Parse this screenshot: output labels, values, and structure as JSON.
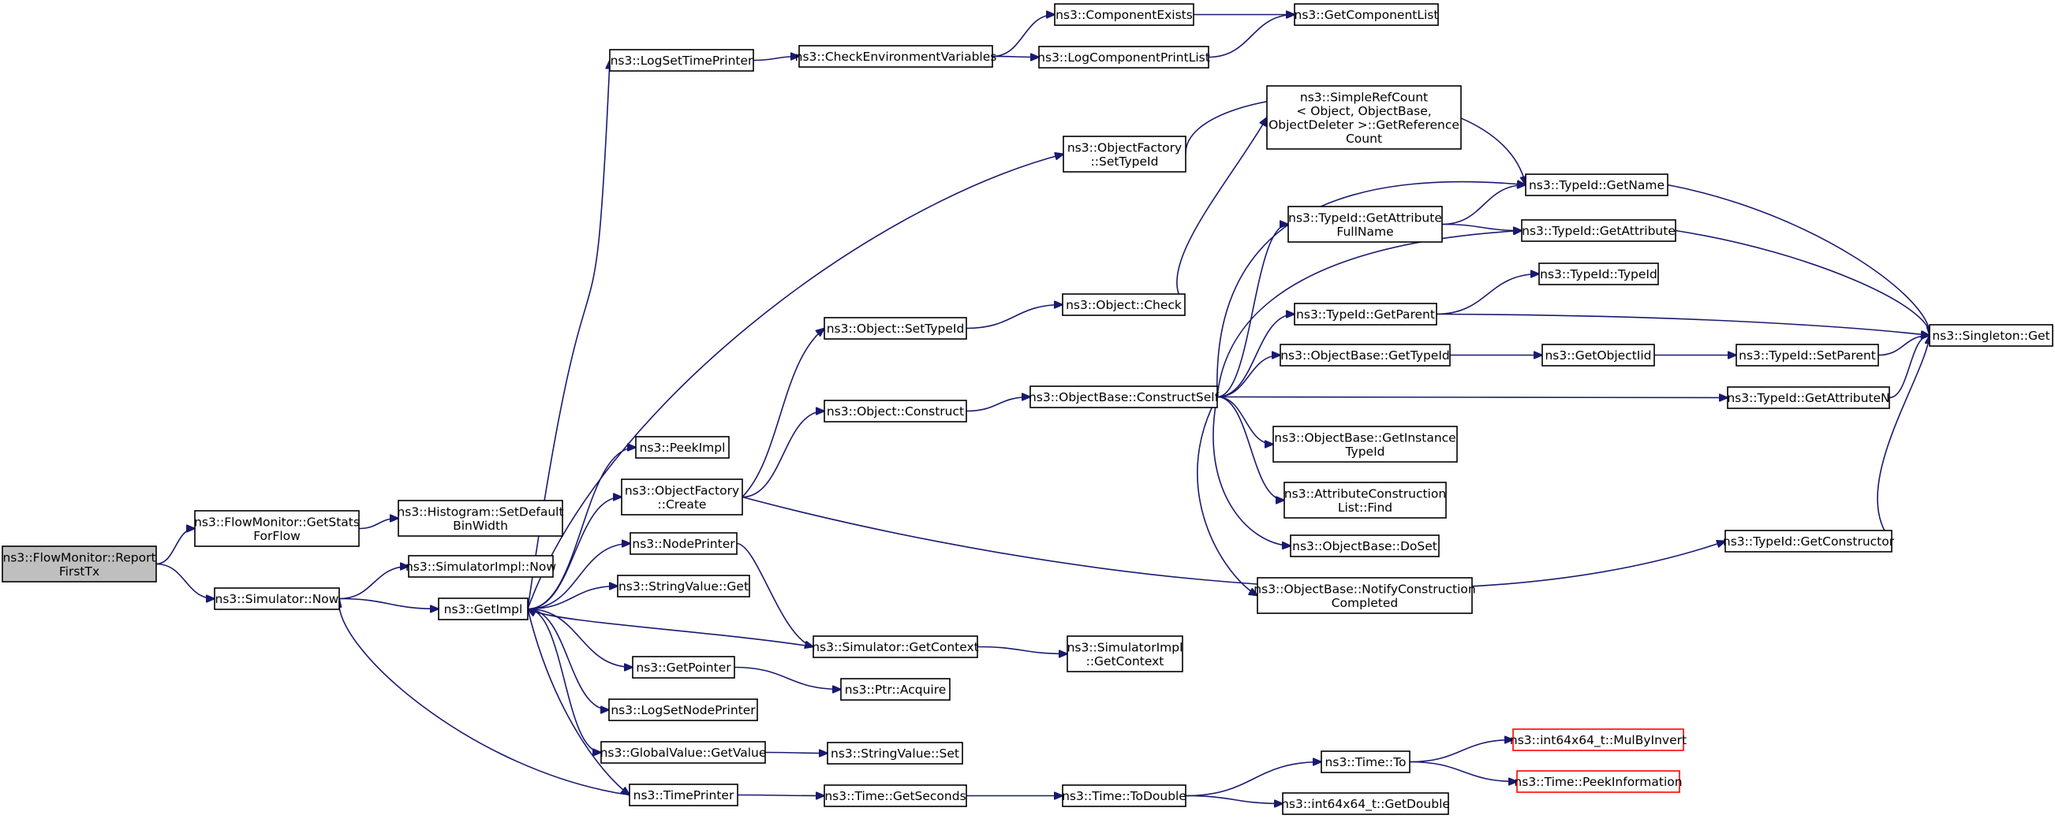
{
  "diagram": {
    "colors": {
      "edge": "#191970",
      "root_fill": "#bfbfbf",
      "node_border": "#000000",
      "truncated_border": "#ff0000",
      "background": "#ffffff"
    },
    "nodes": [
      {
        "id": "root",
        "lines": [
          "ns3::FlowMonitor::Report",
          "FirstTx"
        ]
      },
      {
        "id": "getstats",
        "lines": [
          "ns3::FlowMonitor::GetStats",
          "ForFlow"
        ]
      },
      {
        "id": "histo",
        "lines": [
          "ns3::Histogram::SetDefault",
          "BinWidth"
        ]
      },
      {
        "id": "simnow",
        "lines": [
          "ns3::Simulator::Now"
        ]
      },
      {
        "id": "simimplnow",
        "lines": [
          "ns3::SimulatorImpl::Now"
        ]
      },
      {
        "id": "getimpl",
        "lines": [
          "ns3::GetImpl"
        ]
      },
      {
        "id": "logsettime",
        "lines": [
          "ns3::LogSetTimePrinter"
        ]
      },
      {
        "id": "checkenv",
        "lines": [
          "ns3::CheckEnvironmentVariables"
        ]
      },
      {
        "id": "compexists",
        "lines": [
          "ns3::ComponentExists"
        ]
      },
      {
        "id": "getcomplist",
        "lines": [
          "ns3::GetComponentList"
        ]
      },
      {
        "id": "logcompprint",
        "lines": [
          "ns3::LogComponentPrintList"
        ]
      },
      {
        "id": "peekimpl",
        "lines": [
          "ns3::PeekImpl"
        ]
      },
      {
        "id": "objfactcreate",
        "lines": [
          "ns3::ObjectFactory",
          "::Create"
        ]
      },
      {
        "id": "nodeprinter",
        "lines": [
          "ns3::NodePrinter"
        ]
      },
      {
        "id": "strvalget",
        "lines": [
          "ns3::StringValue::Get"
        ]
      },
      {
        "id": "getpointer",
        "lines": [
          "ns3::GetPointer"
        ]
      },
      {
        "id": "logsetnode",
        "lines": [
          "ns3::LogSetNodePrinter"
        ]
      },
      {
        "id": "globalval",
        "lines": [
          "ns3::GlobalValue::GetValue"
        ]
      },
      {
        "id": "timeprinter",
        "lines": [
          "ns3::TimePrinter"
        ]
      },
      {
        "id": "objsettypeid",
        "lines": [
          "ns3::Object::SetTypeId"
        ]
      },
      {
        "id": "objconstruct",
        "lines": [
          "ns3::Object::Construct"
        ]
      },
      {
        "id": "simgetctx",
        "lines": [
          "ns3::Simulator::GetContext"
        ]
      },
      {
        "id": "ptracquire",
        "lines": [
          "ns3::Ptr::Acquire"
        ]
      },
      {
        "id": "strvalset",
        "lines": [
          "ns3::StringValue::Set"
        ]
      },
      {
        "id": "timegetsec",
        "lines": [
          "ns3::Time::GetSeconds"
        ]
      },
      {
        "id": "objfactsettypeid",
        "lines": [
          "ns3::ObjectFactory",
          "::SetTypeId"
        ]
      },
      {
        "id": "objcheck",
        "lines": [
          "ns3::Object::Check"
        ]
      },
      {
        "id": "objbaseconstruct",
        "lines": [
          "ns3::ObjectBase::ConstructSelf"
        ]
      },
      {
        "id": "simimplgetctx",
        "lines": [
          "ns3::SimulatorImpl",
          "::GetContext"
        ]
      },
      {
        "id": "timetodouble",
        "lines": [
          "ns3::Time::ToDouble"
        ]
      },
      {
        "id": "simplerefcount",
        "lines": [
          "ns3::SimpleRefCount",
          "< Object, ObjectBase,",
          "ObjectDeleter >::GetReference",
          "Count"
        ]
      },
      {
        "id": "getattrfullname",
        "lines": [
          "ns3::TypeId::GetAttribute",
          "FullName"
        ]
      },
      {
        "id": "getparent",
        "lines": [
          "ns3::TypeId::GetParent"
        ]
      },
      {
        "id": "objbasegettypeid",
        "lines": [
          "ns3::ObjectBase::GetTypeId"
        ]
      },
      {
        "id": "getinstancetypeid",
        "lines": [
          "ns3::ObjectBase::GetInstance",
          "TypeId"
        ]
      },
      {
        "id": "attrconstrfind",
        "lines": [
          "ns3::AttributeConstruction",
          "List::Find"
        ]
      },
      {
        "id": "doset",
        "lines": [
          "ns3::ObjectBase::DoSet"
        ]
      },
      {
        "id": "notifyconstr",
        "lines": [
          "ns3::ObjectBase::NotifyConstruction",
          "Completed"
        ]
      },
      {
        "id": "timeto",
        "lines": [
          "ns3::Time::To"
        ]
      },
      {
        "id": "getdouble",
        "lines": [
          "ns3::int64x64_t::GetDouble"
        ]
      },
      {
        "id": "typeidgetname",
        "lines": [
          "ns3::TypeId::GetName"
        ]
      },
      {
        "id": "typeidgetattr",
        "lines": [
          "ns3::TypeId::GetAttribute"
        ]
      },
      {
        "id": "typeidtypeid",
        "lines": [
          "ns3::TypeId::TypeId"
        ]
      },
      {
        "id": "getobjectiid",
        "lines": [
          "ns3::GetObjectIid"
        ]
      },
      {
        "id": "typeidsetparent",
        "lines": [
          "ns3::TypeId::SetParent"
        ]
      },
      {
        "id": "getattrn",
        "lines": [
          "ns3::TypeId::GetAttributeN"
        ]
      },
      {
        "id": "getconstructor",
        "lines": [
          "ns3::TypeId::GetConstructor"
        ]
      },
      {
        "id": "mulbyinvert",
        "lines": [
          "ns3::int64x64_t::MulByInvert"
        ]
      },
      {
        "id": "peekinfo",
        "lines": [
          "ns3::Time::PeekInformation"
        ]
      },
      {
        "id": "singletonget",
        "lines": [
          "ns3::Singleton::Get"
        ]
      }
    ],
    "edges": [
      [
        "root",
        "getstats"
      ],
      [
        "root",
        "simnow"
      ],
      [
        "getstats",
        "histo"
      ],
      [
        "simnow",
        "simimplnow"
      ],
      [
        "simnow",
        "getimpl"
      ],
      [
        "getimpl",
        "logsettime"
      ],
      [
        "getimpl",
        "peekimpl"
      ],
      [
        "getimpl",
        "objfactcreate"
      ],
      [
        "getimpl",
        "nodeprinter"
      ],
      [
        "getimpl",
        "strvalget"
      ],
      [
        "getimpl",
        "getpointer"
      ],
      [
        "getimpl",
        "logsetnode"
      ],
      [
        "getimpl",
        "globalval"
      ],
      [
        "getimpl",
        "timeprinter"
      ],
      [
        "getimpl",
        "objfactsettypeid"
      ],
      [
        "logsettime",
        "checkenv"
      ],
      [
        "checkenv",
        "compexists"
      ],
      [
        "checkenv",
        "logcompprint"
      ],
      [
        "compexists",
        "getcomplist"
      ],
      [
        "logcompprint",
        "getcomplist"
      ],
      [
        "objfactcreate",
        "objsettypeid"
      ],
      [
        "objfactcreate",
        "objconstruct"
      ],
      [
        "objfactcreate",
        "getconstructor"
      ],
      [
        "nodeprinter",
        "simgetctx"
      ],
      [
        "simgetctx",
        "getimpl"
      ],
      [
        "simgetctx",
        "simimplgetctx"
      ],
      [
        "getpointer",
        "ptracquire"
      ],
      [
        "globalval",
        "strvalset"
      ],
      [
        "timeprinter",
        "simnow"
      ],
      [
        "timeprinter",
        "timegetsec"
      ],
      [
        "timegetsec",
        "timetodouble"
      ],
      [
        "objsettypeid",
        "objcheck"
      ],
      [
        "objcheck",
        "simplerefcount"
      ],
      [
        "objconstruct",
        "objbaseconstruct"
      ],
      [
        "objbaseconstruct",
        "typeidgetname"
      ],
      [
        "objbaseconstruct",
        "getattrfullname"
      ],
      [
        "objbaseconstruct",
        "typeidgetattr"
      ],
      [
        "objbaseconstruct",
        "getparent"
      ],
      [
        "objbaseconstruct",
        "objbasegettypeid"
      ],
      [
        "objbaseconstruct",
        "getattrn"
      ],
      [
        "objbaseconstruct",
        "getinstancetypeid"
      ],
      [
        "objbaseconstruct",
        "attrconstrfind"
      ],
      [
        "objbaseconstruct",
        "doset"
      ],
      [
        "objbaseconstruct",
        "notifyconstr"
      ],
      [
        "objfactsettypeid",
        "typeidgetname"
      ],
      [
        "getattrfullname",
        "typeidgetname"
      ],
      [
        "getattrfullname",
        "typeidgetattr"
      ],
      [
        "getparent",
        "typeidtypeid"
      ],
      [
        "getparent",
        "singletonget"
      ],
      [
        "objbasegettypeid",
        "getobjectiid"
      ],
      [
        "getobjectiid",
        "typeidsetparent"
      ],
      [
        "typeidsetparent",
        "singletonget"
      ],
      [
        "typeidgetname",
        "singletonget"
      ],
      [
        "typeidgetattr",
        "singletonget"
      ],
      [
        "getattrn",
        "singletonget"
      ],
      [
        "getconstructor",
        "singletonget"
      ],
      [
        "timetodouble",
        "timeto"
      ],
      [
        "timetodouble",
        "getdouble"
      ],
      [
        "timeto",
        "mulbyinvert"
      ],
      [
        "timeto",
        "peekinfo"
      ]
    ]
  }
}
